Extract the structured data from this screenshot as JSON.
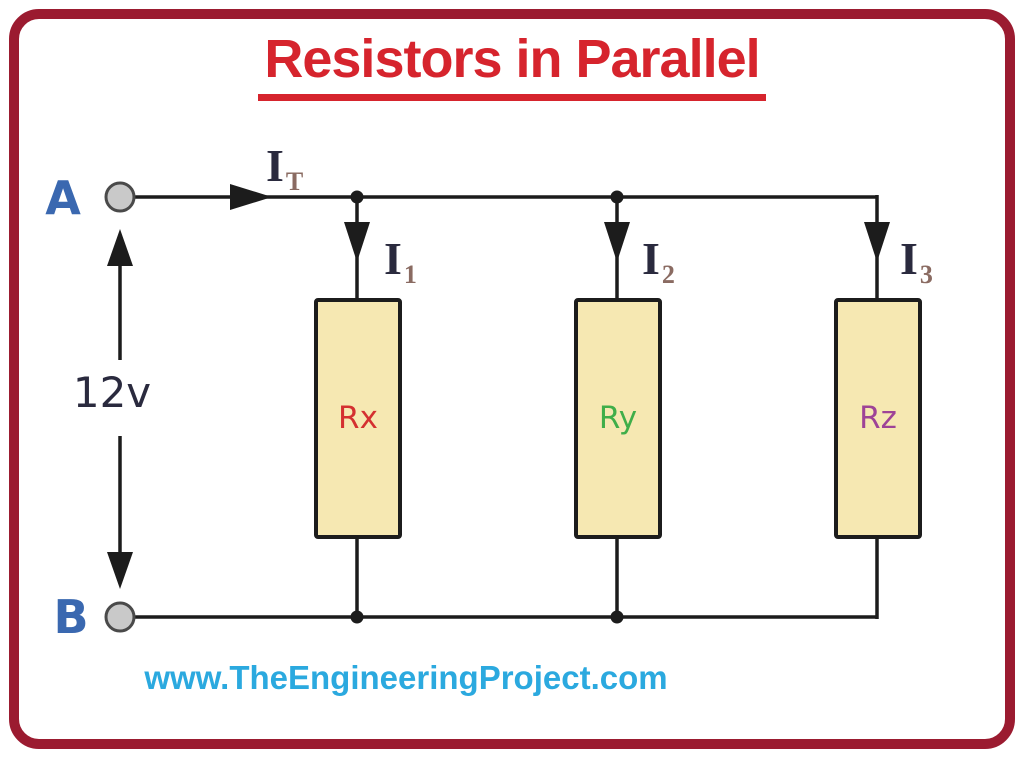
{
  "title": "Resistors in Parallel",
  "nodes": {
    "a": "A",
    "b": "B"
  },
  "source": {
    "voltage": "12v"
  },
  "currents": {
    "total": {
      "symbol": "I",
      "sub": "T"
    },
    "i1": {
      "symbol": "I",
      "sub": "1"
    },
    "i2": {
      "symbol": "I",
      "sub": "2"
    },
    "i3": {
      "symbol": "I",
      "sub": "3"
    }
  },
  "resistors": [
    {
      "label": "Rx",
      "color": "#D43030"
    },
    {
      "label": "Ry",
      "color": "#3FAE49"
    },
    {
      "label": "Rz",
      "color": "#9E4397"
    }
  ],
  "footer": {
    "website": "www.TheEngineeringProject.com"
  },
  "colors": {
    "frame_border": "#9B1B30",
    "title_red": "#D6242D",
    "node_blue": "#3A68B0",
    "ink": "#1C1C1C",
    "label_dark": "#2A2A3E",
    "subscript_brown": "#8A6B62",
    "resistor_fill": "#F6E8B2",
    "terminal_fill": "#C9C9C9",
    "terminal_stroke": "#4A4A4A",
    "website_blue": "#2BA9DF"
  }
}
